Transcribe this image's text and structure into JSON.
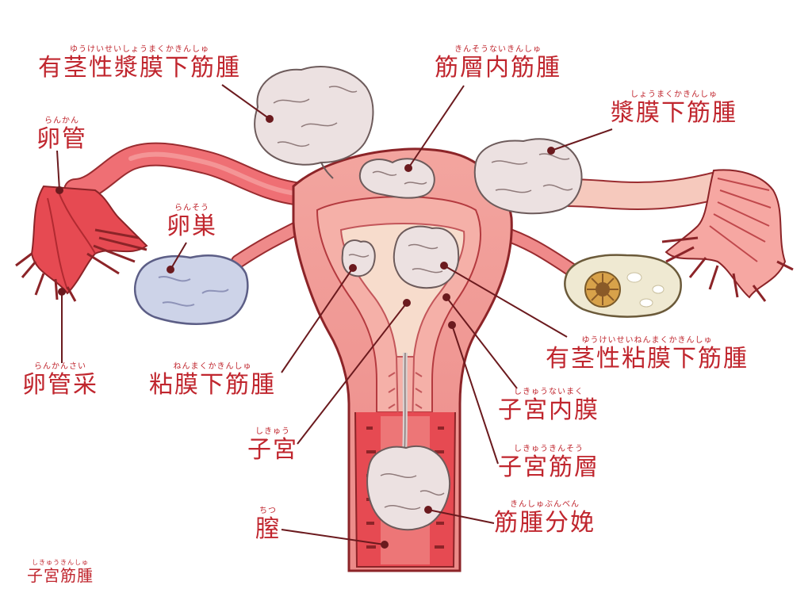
{
  "colors": {
    "label_red": "#c0262e",
    "leader_line": "#6b1a1e",
    "tissue_pink": "#f08a8a",
    "tissue_light": "#f6c9c0",
    "fibroid": "#e8dede",
    "ovary": "#c8cfe4",
    "tube_red": "#e85a62"
  },
  "labels": {
    "pedunculated_subserosal": {
      "ruby": "ゆうけいせいしょうまくかきんしゅ",
      "text": "有茎性漿膜下筋腫"
    },
    "intramural": {
      "ruby": "きんそうないきんしゅ",
      "text": "筋層内筋腫"
    },
    "subserosal": {
      "ruby": "しょうまくかきんしゅ",
      "text": "漿膜下筋腫"
    },
    "fallopian_tube": {
      "ruby": "らんかん",
      "text": "卵管"
    },
    "ovary": {
      "ruby": "らんそう",
      "text": "卵巣"
    },
    "fimbria": {
      "ruby": "らんかんさい",
      "text": "卵管采"
    },
    "submucosal": {
      "ruby": "ねんまくかきんしゅ",
      "text": "粘膜下筋腫"
    },
    "pedunculated_submucosal": {
      "ruby": "ゆうけいせいねんまくかきんしゅ",
      "text": "有茎性粘膜下筋腫"
    },
    "endometrium": {
      "ruby": "しきゅうないまく",
      "text": "子宮内膜"
    },
    "uterus": {
      "ruby": "しきゅう",
      "text": "子宮"
    },
    "myometrium": {
      "ruby": "しきゅうきんそう",
      "text": "子宮筋層"
    },
    "vagina": {
      "ruby": "ちつ",
      "text": "膣"
    },
    "fibroid_delivery": {
      "ruby": "きんしゅぶんべん",
      "text": "筋腫分娩"
    },
    "title": {
      "ruby": "しきゅうきんしゅ",
      "text": "子宮筋腫"
    }
  }
}
